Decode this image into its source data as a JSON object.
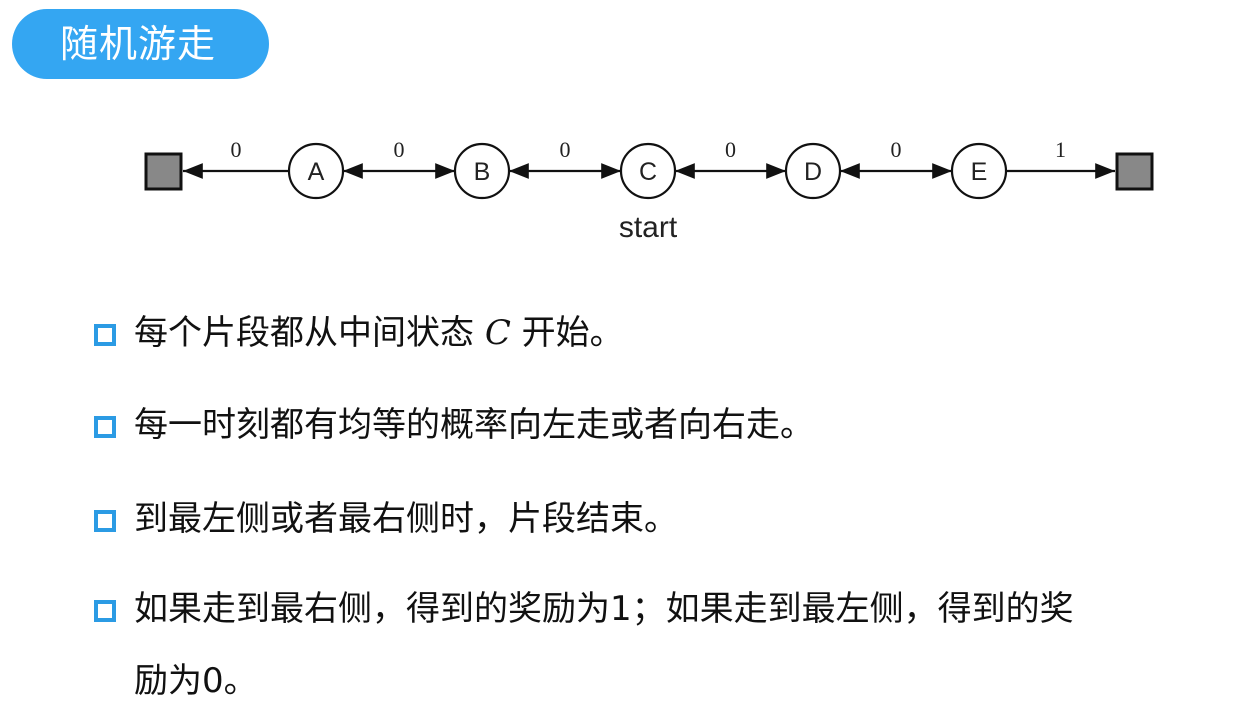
{
  "title": "随机游走",
  "diagram": {
    "nodes": [
      "A",
      "B",
      "C",
      "D",
      "E"
    ],
    "edge_rewards": [
      "0",
      "0",
      "0",
      "0",
      "0",
      "1"
    ],
    "start_label": "start",
    "terminal_fill": "#888888"
  },
  "bullets": [
    {
      "before": "每个片段都从中间状态 ",
      "math": "C",
      "after": " 开始。"
    },
    {
      "text": "每一时刻都有均等的概率向左走或者向右走。"
    },
    {
      "text": "到最左侧或者最右侧时，片段结束。"
    },
    {
      "line1": "如果走到最右侧，得到的奖励为1；如果走到最左侧，得到的奖",
      "line2": "励为0。"
    }
  ],
  "colors": {
    "title_bg": "#34a6f2",
    "bullet_border": "#2b9be4"
  }
}
